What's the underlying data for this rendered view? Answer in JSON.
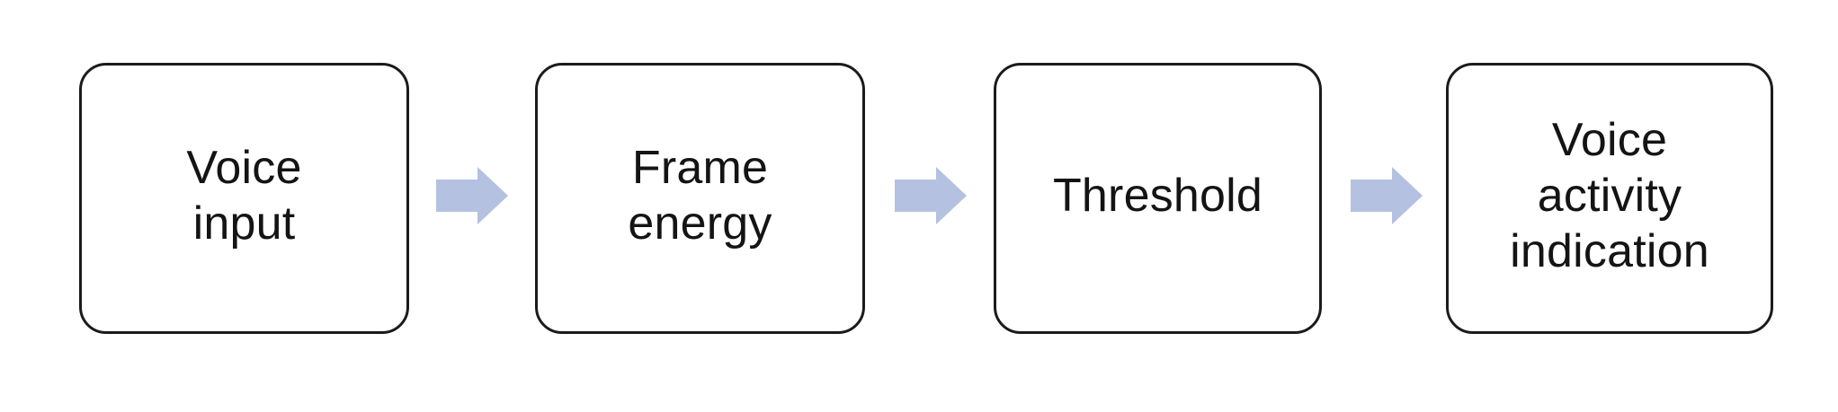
{
  "diagram": {
    "type": "flowchart",
    "orientation": "left-to-right",
    "background_color": "#ffffff",
    "node_border_color": "#1b1b1b",
    "node_fill_color": "#ffffff",
    "text_color": "#141414",
    "arrow_color": "#b4c1e0",
    "nodes": [
      {
        "id": "voice-input",
        "label": "Voice\ninput",
        "shape": "rounded-rectangle"
      },
      {
        "id": "frame-energy",
        "label": "Frame\nenergy",
        "shape": "rounded-rectangle"
      },
      {
        "id": "threshold",
        "label": "Threshold",
        "shape": "rounded-rectangle"
      },
      {
        "id": "voice-activity-indication",
        "label": "Voice\nactivity\nindication",
        "shape": "rounded-rectangle"
      }
    ],
    "connectors": [
      {
        "id": "arrow-1",
        "icon": "right-block-arrow-icon",
        "from": "voice-input",
        "to": "frame-energy"
      },
      {
        "id": "arrow-2",
        "icon": "right-block-arrow-icon",
        "from": "frame-energy",
        "to": "threshold"
      },
      {
        "id": "arrow-3",
        "icon": "right-block-arrow-icon",
        "from": "threshold",
        "to": "voice-activity-indication"
      }
    ]
  }
}
